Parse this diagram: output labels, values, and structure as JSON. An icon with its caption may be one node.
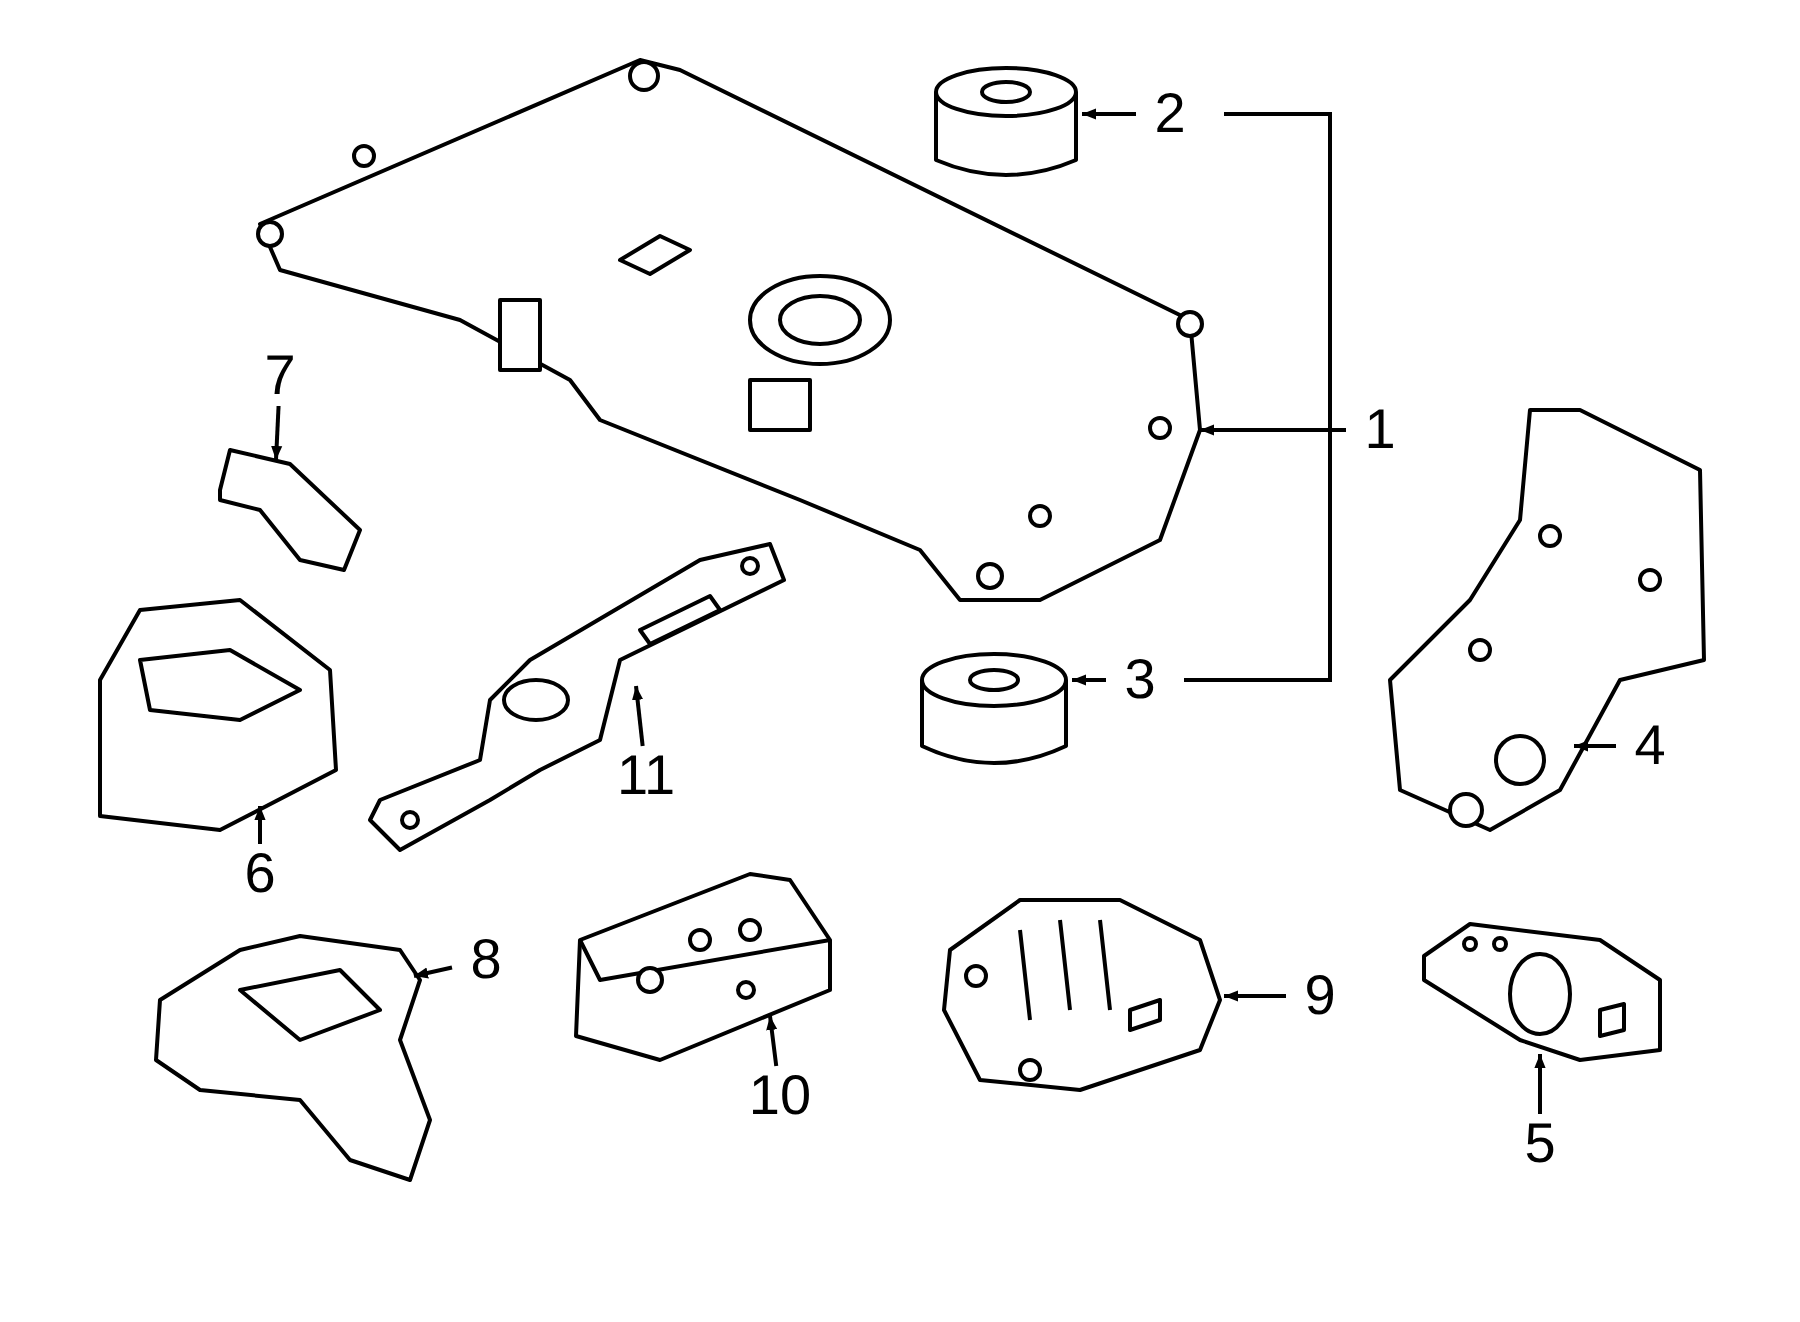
{
  "diagram": {
    "nodes": [
      {
        "text": [],
        "shape": "picture"
      },
      {
        "text": [],
        "shape": "picture"
      },
      {
        "text": [
          "2"
        ]
      },
      {
        "text": [
          "1"
        ]
      },
      {
        "text": [],
        "shape": "picture"
      },
      {
        "text": [
          "3"
        ]
      },
      {
        "text": [],
        "shape": "picture"
      },
      {
        "text": [
          "4"
        ]
      },
      {
        "text": [
          "7"
        ]
      },
      {
        "text": [],
        "shape": "picture"
      },
      {
        "text": [],
        "shape": "picture"
      },
      {
        "text": [
          "6"
        ]
      },
      {
        "text": [],
        "shape": "picture"
      },
      {
        "text": [
          "11"
        ]
      },
      {
        "text": [],
        "shape": "picture"
      },
      {
        "text": [
          "8"
        ]
      },
      {
        "text": [],
        "shape": "picture"
      },
      {
        "text": [
          "10"
        ]
      },
      {
        "text": [],
        "shape": "picture"
      },
      {
        "text": [
          "9"
        ]
      },
      {
        "text": [],
        "shape": "picture"
      },
      {
        "text": [
          "5"
        ]
      }
    ],
    "edges": [
      {
        "from": 2,
        "to": 1,
        "arrow": "to"
      },
      {
        "from": 3,
        "to": 0,
        "arrow": "to"
      },
      {
        "from": 5,
        "to": 4,
        "arrow": "to"
      },
      {
        "from": 7,
        "to": 6,
        "arrow": "to"
      },
      {
        "from": 8,
        "to": 9,
        "arrow": "to"
      },
      {
        "from": 11,
        "to": 10,
        "arrow": "to"
      },
      {
        "from": 13,
        "to": 12,
        "arrow": "to"
      },
      {
        "from": 15,
        "to": 14,
        "arrow": "to"
      },
      {
        "from": 17,
        "to": 16,
        "arrow": "to"
      },
      {
        "from": 19,
        "to": 18,
        "arrow": "to"
      },
      {
        "from": 21,
        "to": 20,
        "arrow": "to"
      }
    ]
  }
}
